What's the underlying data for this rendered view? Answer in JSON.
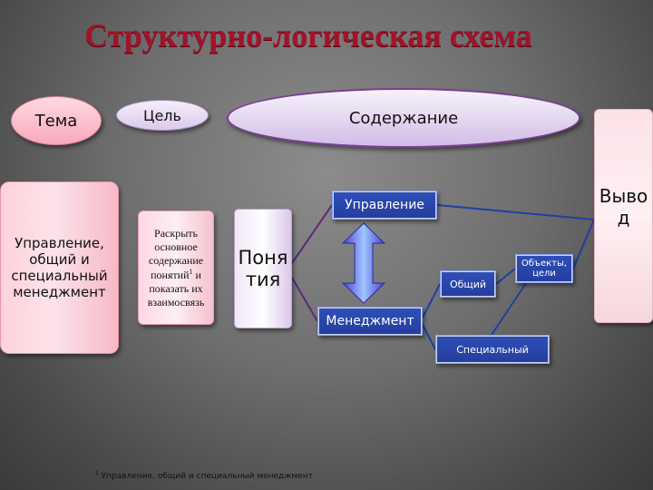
{
  "title": "Структурно-логическая схема",
  "header_ovals": {
    "tema": "Тема",
    "tsel": "Цель",
    "soderzhanie": "Содержание"
  },
  "boxes": {
    "left": "Управление, общий и специальный менеджмент",
    "raskryt": "Раскрыть основное содержание понятий",
    "raskryt_sup": "1",
    "raskryt_tail": " и показать их взаимосвязь",
    "ponyatiya": "Поня тия",
    "upravlenie": "Управление",
    "menedzhment": "Менеджмент",
    "obshchiy": "Общий",
    "obekty": "Объекты, цели",
    "specialnyy": "Специальный",
    "vyvod": "Выво д"
  },
  "footnote": {
    "mark": "1",
    "text": " Управление, общий и специальный менеджмент"
  },
  "colors": {
    "title": "#a0142a",
    "blue_box": "#2a47ac",
    "connector": "#1f3fa0",
    "purple_connector": "#5a2a7a"
  }
}
